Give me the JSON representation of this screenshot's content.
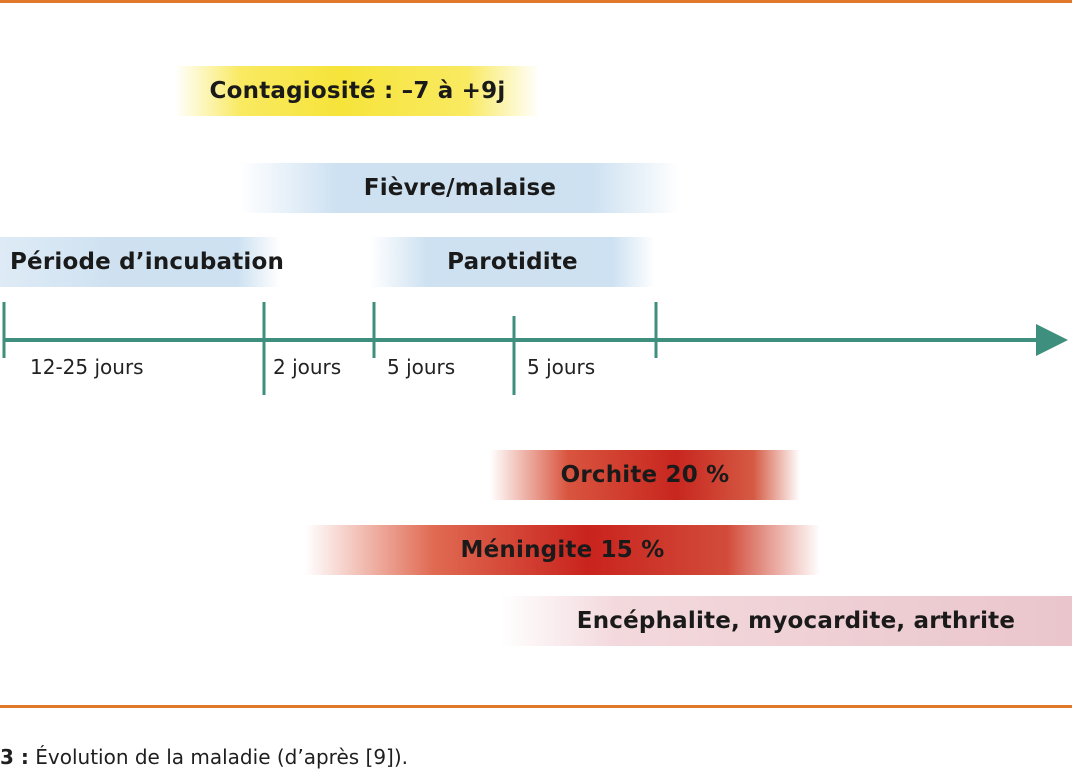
{
  "bands": {
    "contagiosite": "Contagiosité : –7 à +9j",
    "fievre": "Fièvre/malaise",
    "incubation": "Période d’incubation",
    "parotidite": "Parotidite",
    "orchite": "Orchite 20 %",
    "meningite": "Méningite 15 %",
    "encephalite": "Encéphalite, myocardite, arthrite"
  },
  "durations": [
    "12-25 jours",
    "2 jours",
    "5 jours",
    "5 jours"
  ],
  "caption": {
    "label": "3 :",
    "text": " Évolution de la maladie (d’après [9])."
  },
  "colors": {
    "rule": "#e07a2a",
    "axis": "#3f8f7e",
    "contagion": "#f6e43a",
    "symptom": "#cfe1f1",
    "complication": "#c8261e",
    "minor_complication": "#f3d9dd"
  }
}
